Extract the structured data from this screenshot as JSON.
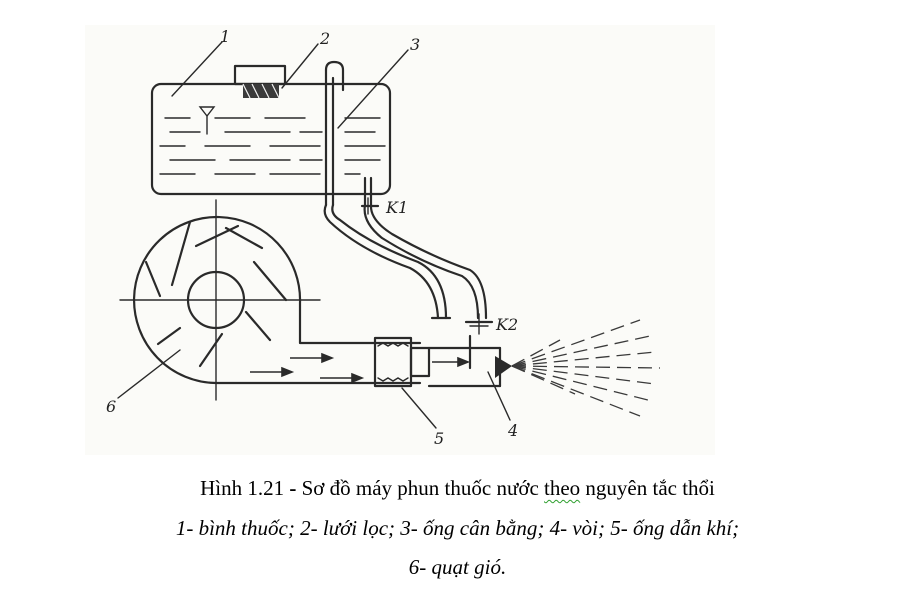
{
  "figure": {
    "callouts": [
      "1",
      "2",
      "3",
      "4",
      "5",
      "6",
      "K1",
      "K2"
    ]
  },
  "caption": {
    "title_prefix": "Hình 1.21",
    "title_separator": " - ",
    "title_part1": "Sơ đồ máy phun thuốc nước ",
    "title_underlined": "theo",
    "title_part2": " nguyên tắc  thổi",
    "line1": "1- bình thuốc; 2- lưới lọc; 3- ống cân bằng; 4- vòi; 5- ống dẫn khí;",
    "line2": "6- quạt gió."
  }
}
